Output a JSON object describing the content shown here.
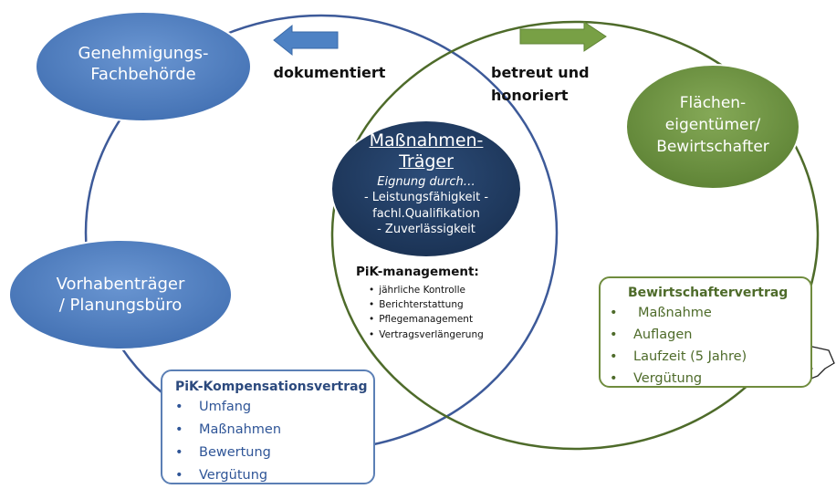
{
  "nodes": {
    "genehmigung": {
      "line1": "Genehmigungs-",
      "line2": "Fachbehörde"
    },
    "vorhaben": {
      "line1": "Vorhabenträger",
      "line2": "/ Planungsbüro"
    },
    "flaechen": {
      "line1": "Flächen-",
      "line2": "eigentümer/",
      "line3": "Bewirtschafter"
    },
    "massnahmen": {
      "title1": "Maßnahmen-",
      "title2": "Träger",
      "eignung": "Eignung durch…",
      "criteria": [
        "- Leistungsfähigkeit -",
        "fachl.Qualifikation",
        "- Zuverlässigkeit"
      ]
    }
  },
  "flows": {
    "left_label": "dokumentiert",
    "right_label1": "betreut und",
    "right_label2": "honoriert"
  },
  "pik_management": {
    "title": "PiK-management:",
    "items": [
      "jährliche Kontrolle",
      "Berichterstattung",
      "Pflegemanagement",
      "Vertragsverlängerung"
    ]
  },
  "kompensationsvertrag": {
    "title": "PiK-Kompensationsvertrag",
    "items": [
      "Umfang",
      "Maßnahmen",
      "Bewertung",
      "Vergütung"
    ]
  },
  "bewirtschaftervertrag": {
    "title": "Bewirtschaftervertrag",
    "items": [
      "Maßnahme",
      "Auflagen",
      "Laufzeit (5 Jahre)",
      "Vergütung"
    ]
  },
  "colors": {
    "blue_circle": "#3d5a99",
    "blue_node": "#4f7fc0",
    "green_circle": "#4e6b2a",
    "green_node": "#6f9440",
    "center_node": "#1f3a5f",
    "blue_arrow": "#4e82c4",
    "green_arrow": "#78a045"
  },
  "icons": {
    "handshake_left": "handshake-icon",
    "handshake_right": "handshake-icon"
  }
}
